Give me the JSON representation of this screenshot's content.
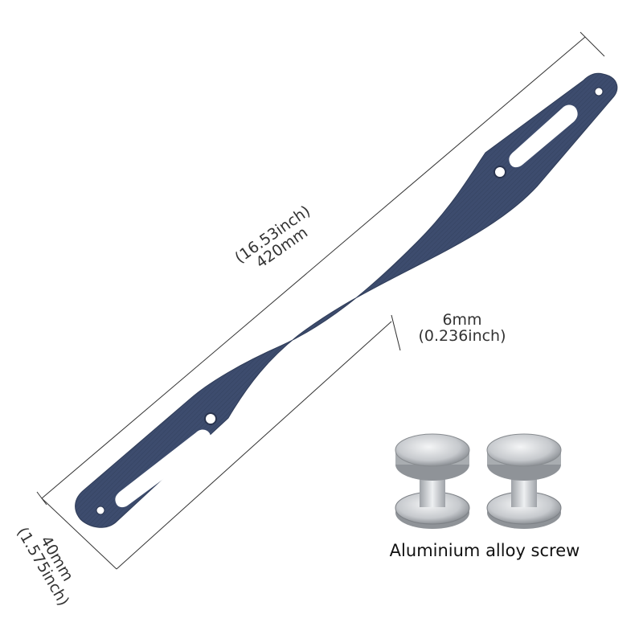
{
  "product": {
    "strap_color": "#3a4a6b",
    "hardware_color": "#c9ccd0"
  },
  "dimensions": {
    "length_inch": "(16.53inch)",
    "length_mm": "420mm",
    "thickness_mm": "6mm",
    "thickness_inch": "(0.236inch)",
    "width_mm": "40mm",
    "width_inch": "(1.575inch)"
  },
  "caption": "Aluminium alloy screw"
}
